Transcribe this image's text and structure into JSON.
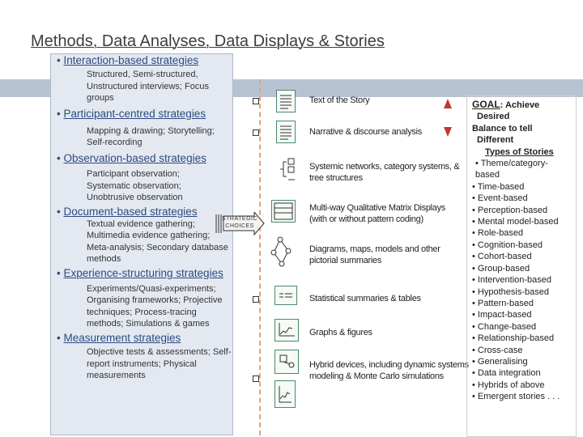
{
  "title": "Methods, Data Analyses, Data Displays & Stories",
  "strategies": [
    {
      "label": "Interaction-based strategies",
      "details": "Structured, Semi-structured, Unstructured interviews; Focus groups"
    },
    {
      "label": "Participant-centred strategies",
      "details": "Mapping & drawing; Storytelling; Self-recording"
    },
    {
      "label": "Observation-based strategies",
      "details": "Participant observation; Systematic observation; Unobtrusive observation"
    },
    {
      "label": "Document-based strategies",
      "details": "Textual evidence gathering; Multimedia evidence gathering; Meta-analysis; Secondary database methods"
    },
    {
      "label": "Experience-structuring strategies",
      "details": "Experiments/Quasi-experiments; Organising frameworks; Projective techniques; Process-tracing methods; Simulations & games"
    },
    {
      "label": "Measurement strategies",
      "details": "Objective tests & assessments; Self-report instruments; Physical measurements"
    }
  ],
  "arrow_label": "STRATEGIC CHOICES",
  "displays": [
    {
      "label": "Text of the Story",
      "icon": "text-document-icon"
    },
    {
      "label": "Narrative & discourse analysis",
      "icon": "text-document-icon"
    },
    {
      "label": "Systemic networks, category systems, & tree structures",
      "icon": "tree-structure-icon"
    },
    {
      "label": "Multi-way Qualitative Matrix Displays (with or without pattern coding)",
      "icon": "matrix-icon"
    },
    {
      "label": "Diagrams, maps, models and other pictorial summaries",
      "icon": "network-diagram-icon"
    },
    {
      "label": "Statistical summaries & tables",
      "icon": "table-icon"
    },
    {
      "label": "Graphs & figures",
      "icon": "line-graph-icon"
    },
    {
      "label": "Hybrid devices, including dynamic systems modeling & Monte Carlo simulations",
      "icon": "hybrid-device-icon"
    }
  ],
  "goal": {
    "heading": "GOAL",
    "heading_suffix": ": Achieve",
    "lines": [
      "Desired",
      "Balance to tell",
      "Different"
    ],
    "types_label": "Types of Stories",
    "items": [
      "• Theme/category-based",
      "• Time-based",
      "• Event-based",
      "• Perception-based",
      "• Mental model-based",
      "• Role-based",
      "• Cognition-based",
      "• Cohort-based",
      "• Group-based",
      "• Intervention-based",
      "• Hypothesis-based",
      "• Pattern-based",
      "• Impact-based",
      "• Change-based",
      "• Relationship-based",
      "• Cross-case",
      "• Generalising",
      "• Data integration",
      "• Hybrids of above",
      "• Emergent stories . . ."
    ]
  },
  "colors": {
    "accent_blue": "#2c4a80",
    "bar": "#b7c3d3",
    "panel": "#e4e9f1",
    "dash": "#e8a070",
    "arrow": "#c0392b"
  }
}
